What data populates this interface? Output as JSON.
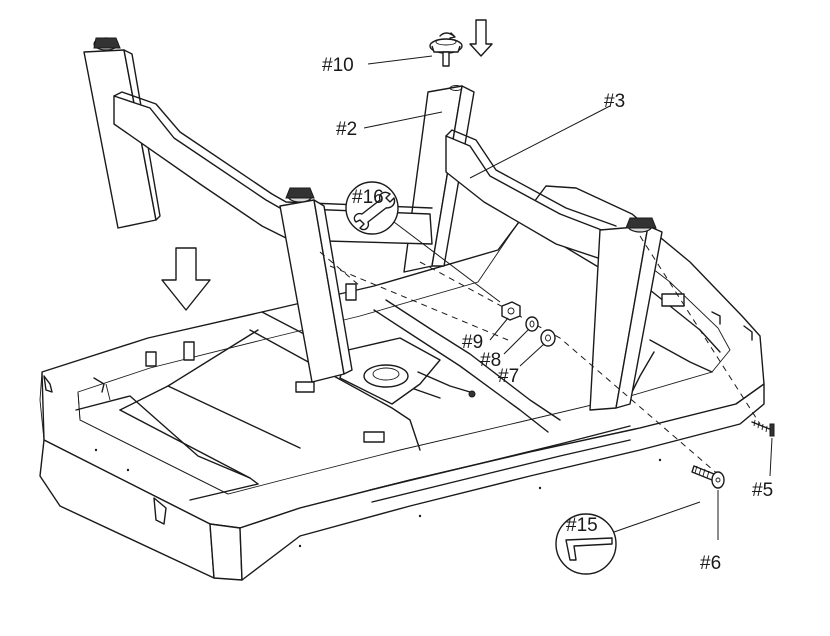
{
  "diagram": {
    "labels": {
      "part2": "#2",
      "part3": "#3",
      "part5": "#5",
      "part6": "#6",
      "part7": "#7",
      "part8": "#8",
      "part9": "#9",
      "part10": "#10",
      "part15": "#15",
      "part16": "#16"
    }
  }
}
